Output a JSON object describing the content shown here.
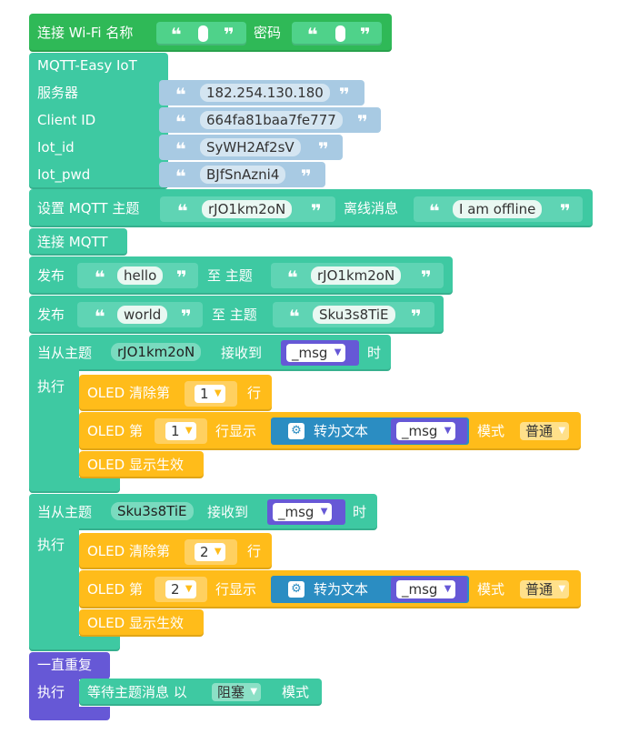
{
  "wifi": {
    "label": "连接 Wi-Fi 名称",
    "pwd_label": "密码"
  },
  "mqtt": {
    "title": "MQTT-Easy IoT",
    "rows": [
      {
        "label": "服务器",
        "value": "182.254.130.180"
      },
      {
        "label": "Client ID",
        "value": "664fa81baa7fe777"
      },
      {
        "label": "Iot_id",
        "value": "SyWH2Af2sV"
      },
      {
        "label": "Iot_pwd",
        "value": "BJfSnAzni4"
      }
    ]
  },
  "topic_set": {
    "label": "设置 MQTT 主题",
    "topic": "rJO1km2oN",
    "offline_label": "离线消息",
    "offline": "I am offline"
  },
  "connect": {
    "label": "连接 MQTT"
  },
  "publish": [
    {
      "label": "发布",
      "msg": "hello",
      "to": "至 主题",
      "topic": "rJO1km2oN"
    },
    {
      "label": "发布",
      "msg": "world",
      "to": "至 主题",
      "topic": "Sku3s8TiE"
    }
  ],
  "handlers": [
    {
      "when": "当从主题",
      "topic": "rJO1km2oN",
      "recv": "接收到",
      "var": "_msg",
      "time": "时",
      "exec": "执行",
      "clear_label": "OLED 清除第",
      "clear_line": "1",
      "clear_unit": "行",
      "show_prefix": "OLED 第",
      "show_line": "1",
      "show_label": "行显示",
      "conv": "转为文本",
      "conv_var": "_msg",
      "mode_label": "模式",
      "mode": "普通",
      "apply": "OLED 显示生效"
    },
    {
      "when": "当从主题",
      "topic": "Sku3s8TiE",
      "recv": "接收到",
      "var": "_msg",
      "time": "时",
      "exec": "执行",
      "clear_label": "OLED 清除第",
      "clear_line": "2",
      "clear_unit": "行",
      "show_prefix": "OLED 第",
      "show_line": "2",
      "show_label": "行显示",
      "conv": "转为文本",
      "conv_var": "_msg",
      "mode_label": "模式",
      "mode": "普通",
      "apply": "OLED 显示生效"
    }
  ],
  "loop": {
    "label": "一直重复",
    "exec": "执行",
    "wait": "等待主题消息 以",
    "mode": "阻塞",
    "mode_label": "模式"
  },
  "quote_open": "❝",
  "quote_close": "❞"
}
